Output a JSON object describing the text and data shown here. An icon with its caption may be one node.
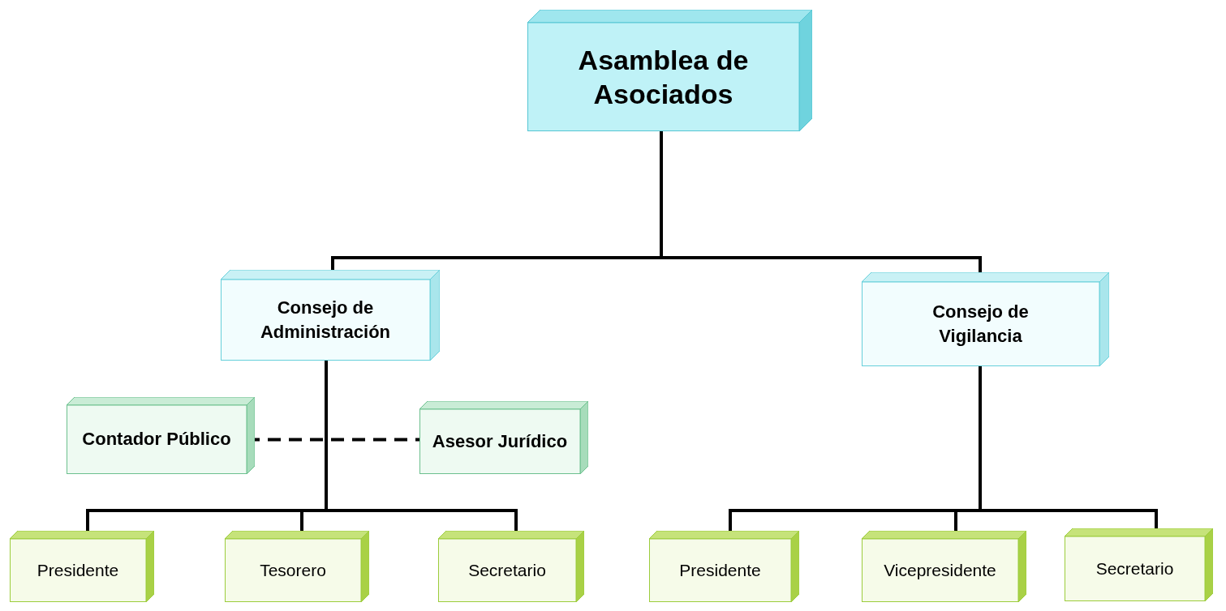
{
  "diagram": {
    "nodes": [
      {
        "text": [
          "Asamblea de Asociados"
        ]
      },
      {
        "text": [
          "Consejo de Administración"
        ]
      },
      {
        "text": [
          "Consejo de Vigilancia"
        ]
      },
      {
        "text": [
          "Contador Público"
        ]
      },
      {
        "text": [
          "Asesor Jurídico"
        ]
      },
      {
        "text": [
          "Presidente"
        ]
      },
      {
        "text": [
          "Tesorero"
        ]
      },
      {
        "text": [
          "Secretario"
        ]
      },
      {
        "text": [
          "Presidente"
        ]
      },
      {
        "text": [
          "Vicepresidente"
        ]
      },
      {
        "text": [
          "Secretario"
        ]
      }
    ],
    "edges": [
      {
        "from": 0,
        "to": 1,
        "arrow": "none"
      },
      {
        "from": 0,
        "to": 2,
        "arrow": "none"
      },
      {
        "from": 3,
        "to": 4,
        "arrow": "none",
        "style": "dashed"
      },
      {
        "from": 1,
        "to": 5,
        "arrow": "none"
      },
      {
        "from": 1,
        "to": 6,
        "arrow": "none"
      },
      {
        "from": 1,
        "to": 7,
        "arrow": "none"
      },
      {
        "from": 2,
        "to": 8,
        "arrow": "none"
      },
      {
        "from": 2,
        "to": 9,
        "arrow": "none"
      },
      {
        "from": 2,
        "to": 10,
        "arrow": "none"
      }
    ]
  }
}
